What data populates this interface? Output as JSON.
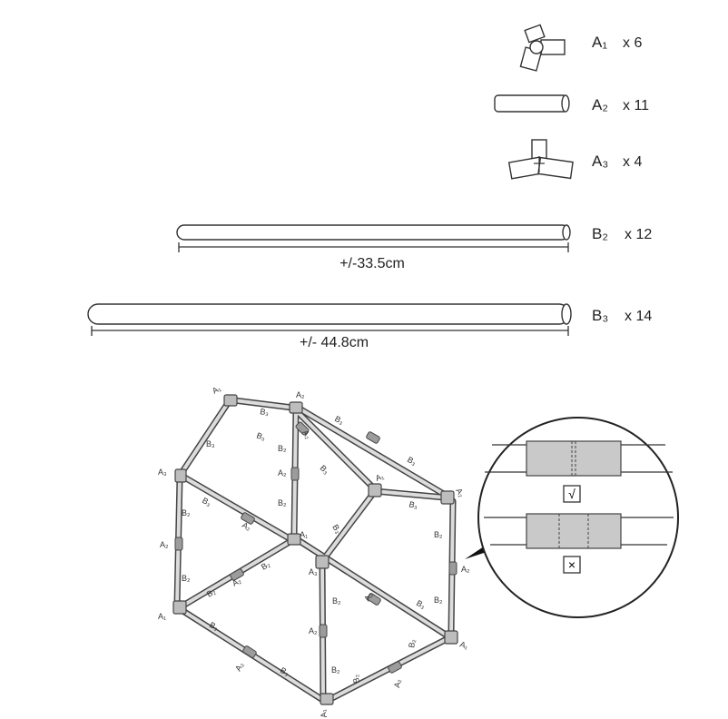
{
  "parts_list": [
    {
      "name": "A₁",
      "qty": "x 6",
      "icon": "corner-connector-icon"
    },
    {
      "name": "A₂",
      "qty": "x 11",
      "icon": "straight-connector-icon"
    },
    {
      "name": "A₃",
      "qty": "x 4",
      "icon": "tee-connector-icon"
    },
    {
      "name": "B₂",
      "qty": "x 12",
      "icon": "short-tube-icon"
    },
    {
      "name": "B₃",
      "qty": "x 14",
      "icon": "long-tube-icon"
    }
  ],
  "dimensions": {
    "b2_length": "+/-33.5cm",
    "b3_length": "+/- 44.8cm"
  },
  "diagram_labels": {
    "a1": "A₁",
    "a2": "A₂",
    "a3": "A₃",
    "b2": "B₂",
    "b3": "B₃"
  },
  "detail": {
    "correct_mark": "√",
    "wrong_mark": "×"
  }
}
